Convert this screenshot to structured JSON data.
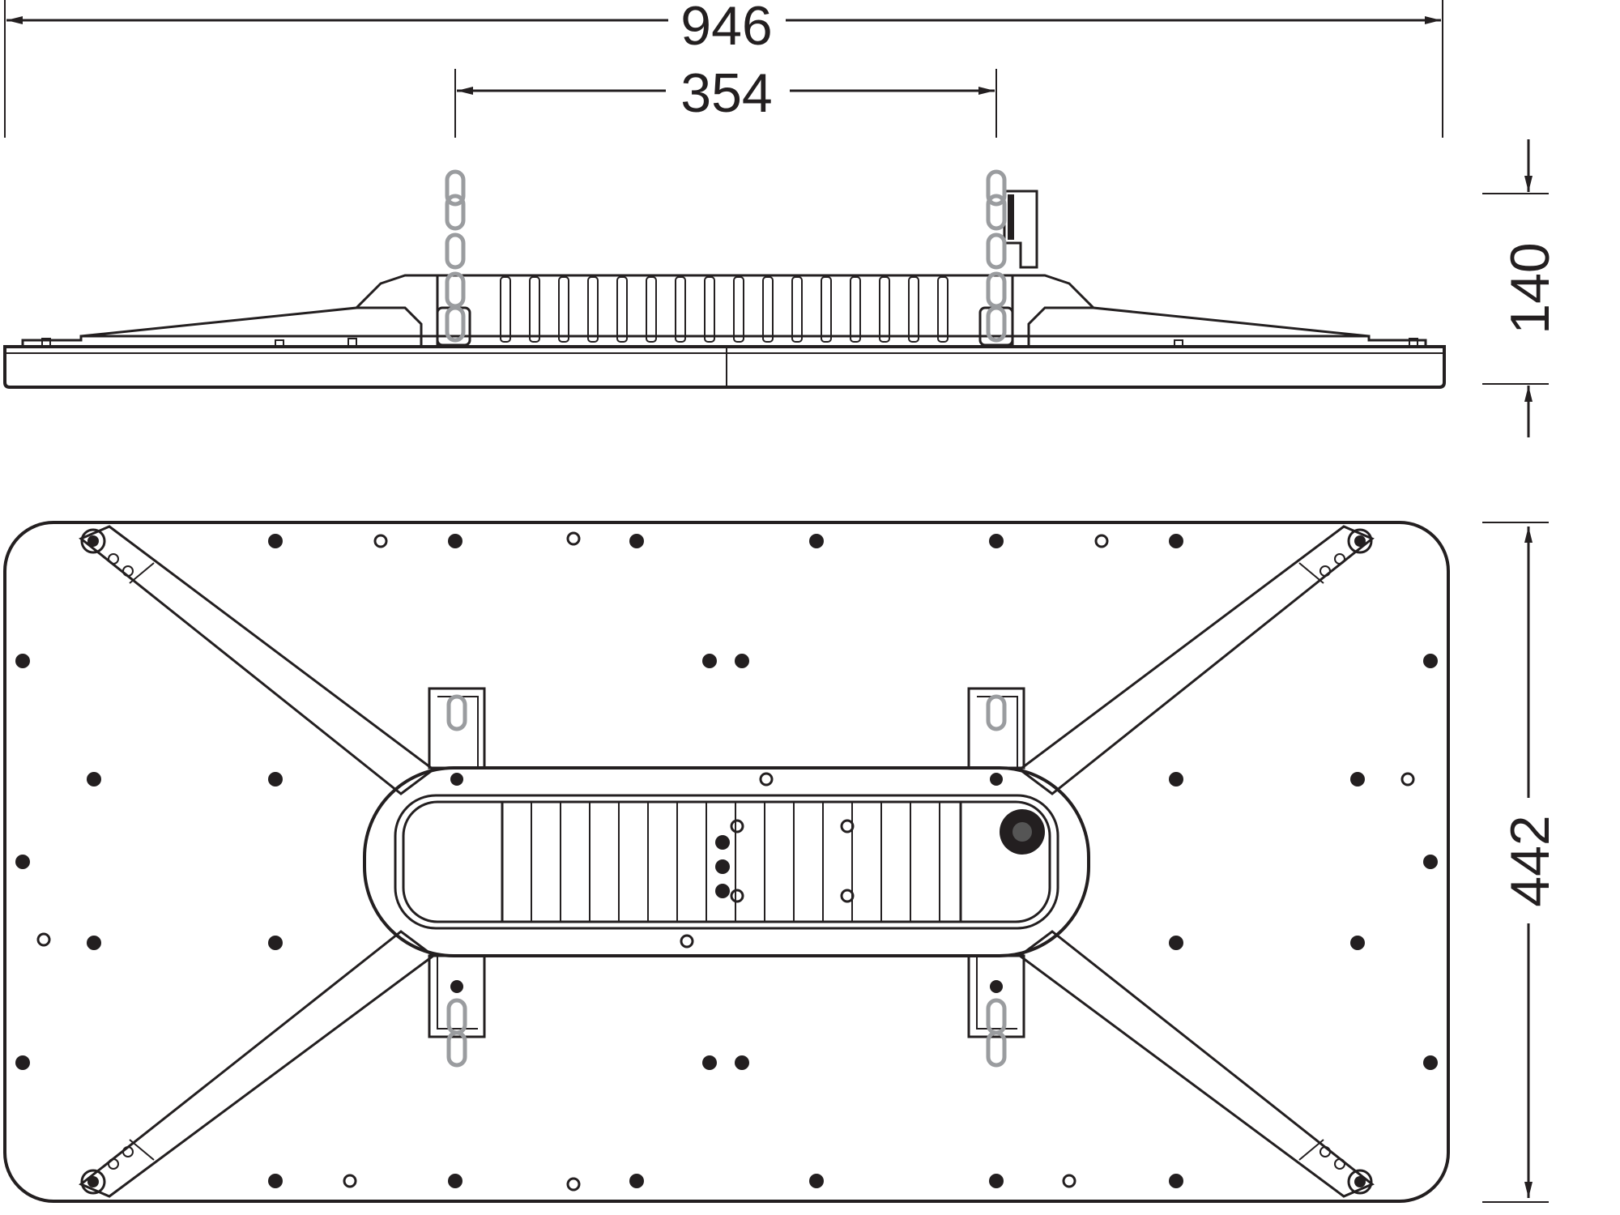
{
  "dimensions": {
    "overall_width": "946",
    "chain_spacing": "354",
    "height": "140",
    "depth": "442"
  },
  "colors": {
    "line": "#231f20",
    "chain": "#9a9c9f",
    "background": "#ffffff"
  },
  "views": [
    "side-view",
    "top-view"
  ]
}
